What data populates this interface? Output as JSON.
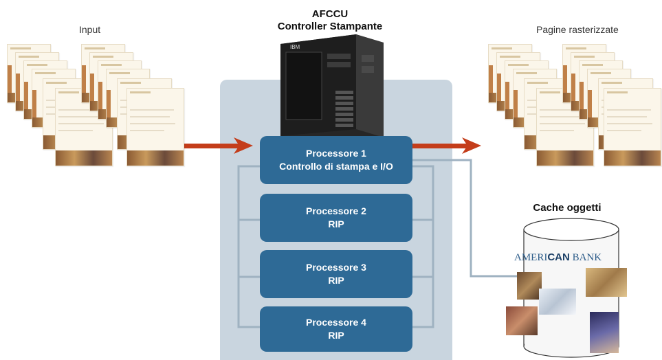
{
  "labels": {
    "input": "Input",
    "output": "Pagine rasterizzate",
    "controller_line1": "AFCCU",
    "controller_line2": "Controller Stampante",
    "cache_title": "Cache oggetti",
    "server_brand": "IBM"
  },
  "processors": [
    {
      "line1": "Processore 1",
      "line2": "Controllo di stampa e I/O"
    },
    {
      "line1": "Processore 2",
      "line2": "RIP"
    },
    {
      "line1": "Processore 3",
      "line2": "RIP"
    },
    {
      "line1": "Processore 4",
      "line2": "RIP"
    }
  ],
  "cache_logo": {
    "part1": "AMERI",
    "part2": "CAN",
    "part3": " BANK"
  },
  "colors": {
    "panel": "#c9d5df",
    "processor": "#2e6a96",
    "arrow": "#c43d1a",
    "connector": "#9fb2c1"
  }
}
